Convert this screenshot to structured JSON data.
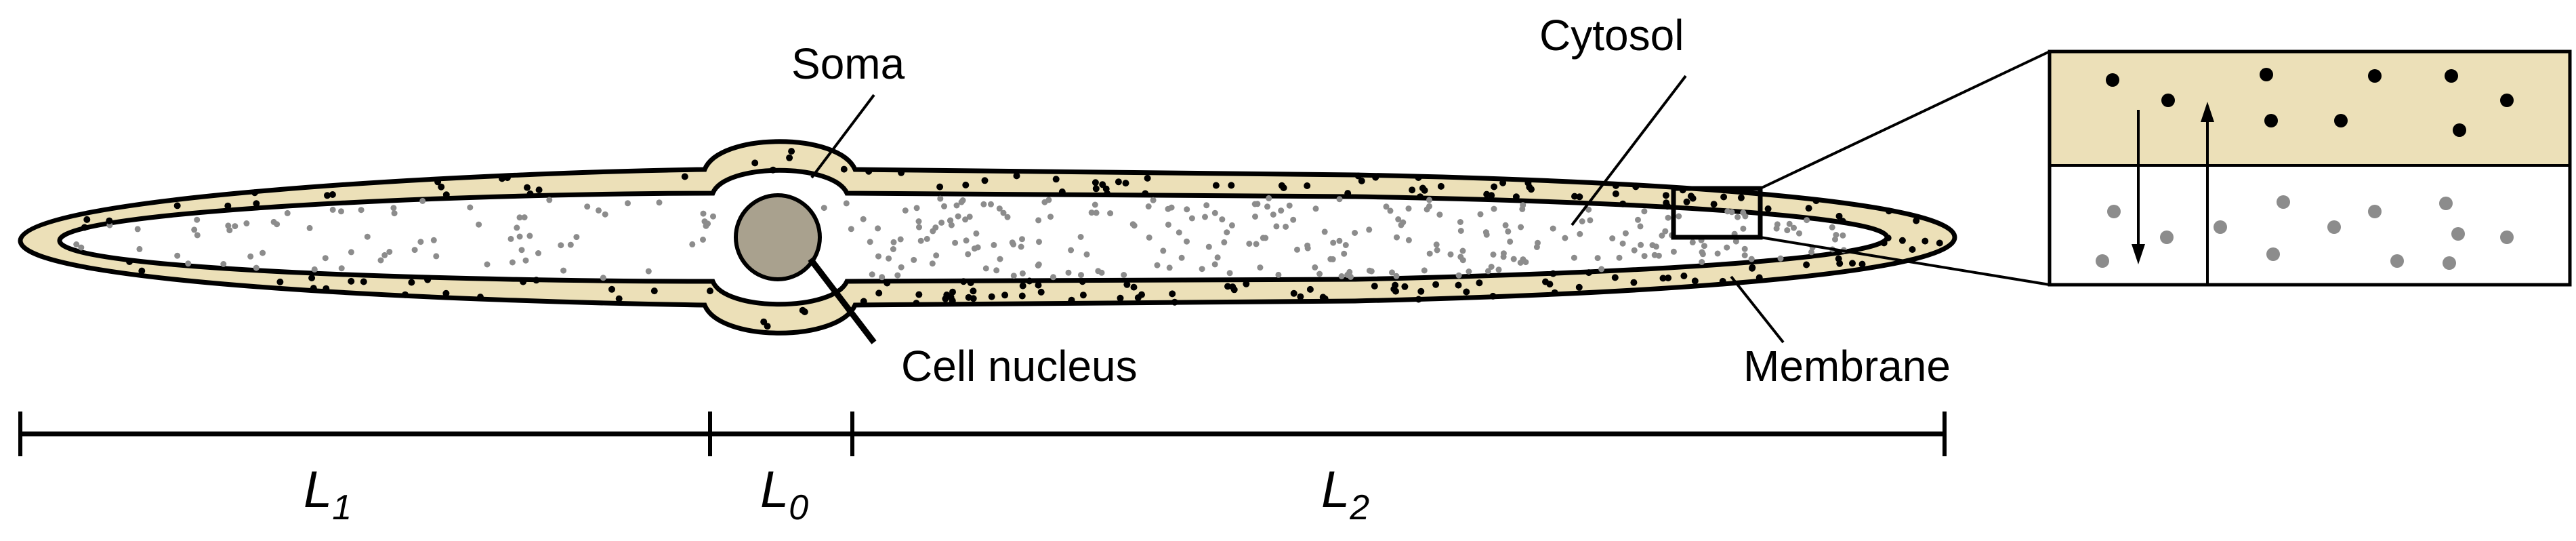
{
  "labels": {
    "soma": "Soma",
    "cytosol": "Cytosol",
    "nucleus": "Cell nucleus",
    "membrane": "Membrane"
  },
  "scale": {
    "l1": {
      "letter": "L",
      "sub": "1"
    },
    "l0": {
      "letter": "L",
      "sub": "0"
    },
    "l2": {
      "letter": "L",
      "sub": "2"
    }
  },
  "colors": {
    "membrane": "#ece0b8",
    "cytosol": "#ffffff",
    "nucleus": "#a9a18e",
    "membrane_particle": "#000000",
    "cytosol_particle": "#8c8c8c",
    "inset_bottom": "#ffffff"
  }
}
